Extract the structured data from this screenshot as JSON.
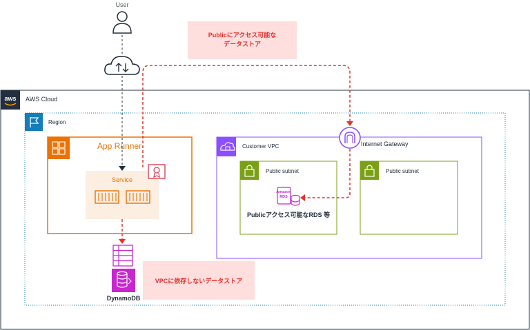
{
  "user": {
    "label": "User"
  },
  "callouts": {
    "public": {
      "line1": "Publicにアクセス可能な",
      "line2": "データストア"
    },
    "vpc_independent": {
      "text": "VPCに依存しないデータストア"
    }
  },
  "aws_cloud": {
    "label": "AWS Cloud",
    "logo_text": "aws"
  },
  "region": {
    "label": "Region"
  },
  "app_runner": {
    "label": "App Runner",
    "service_label": "Service"
  },
  "customer_vpc": {
    "label": "Customer VPC"
  },
  "internet_gateway": {
    "label": "Internet Gateway"
  },
  "subnets": [
    {
      "label": "Public subnet"
    },
    {
      "label": "Public subnet"
    }
  ],
  "rds": {
    "icon_line1": "Amazon",
    "icon_line2": "RDS",
    "caption": "Publicアクセス可能なRDS 等"
  },
  "dynamodb": {
    "label": "DynamoDB"
  },
  "colors": {
    "aws_dark": "#232F3E",
    "region_teal": "#147EBA",
    "app_runner_orange": "#ED7100",
    "vpc_purple": "#8C4FFF",
    "subnet_green": "#7AA116",
    "connector_red": "#E7302A",
    "callout_bg": "#FFDEDE",
    "dynamodb_magenta": "#C925D1"
  }
}
